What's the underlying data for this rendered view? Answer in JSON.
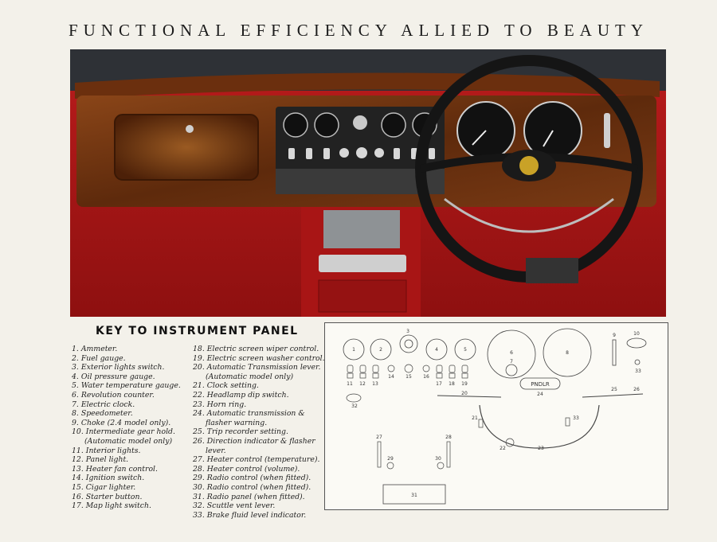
{
  "page": {
    "title": "FUNCTIONAL  EFFICIENCY  ALLIED  TO  BEAUTY"
  },
  "key": {
    "heading": "KEY TO INSTRUMENT PANEL",
    "column1": [
      {
        "num": "1.",
        "text": "Ammeter."
      },
      {
        "num": "2.",
        "text": "Fuel gauge."
      },
      {
        "num": "3.",
        "text": "Exterior lights switch."
      },
      {
        "num": "4.",
        "text": "Oil pressure gauge."
      },
      {
        "num": "5.",
        "text": "Water temperature gauge."
      },
      {
        "num": "6.",
        "text": "Revolution counter."
      },
      {
        "num": "7.",
        "text": "Electric clock."
      },
      {
        "num": "8.",
        "text": "Speedometer."
      },
      {
        "num": "9.",
        "text": "Choke (2.4 model only)."
      },
      {
        "num": "10.",
        "text": "Intermediate gear hold.",
        "cont": "(Automatic model only)"
      },
      {
        "num": "11.",
        "text": "Interior lights."
      },
      {
        "num": "12.",
        "text": "Panel light."
      },
      {
        "num": "13.",
        "text": "Heater fan control."
      },
      {
        "num": "14.",
        "text": "Ignition switch."
      },
      {
        "num": "15.",
        "text": "Cigar lighter."
      },
      {
        "num": "16.",
        "text": "Starter button."
      },
      {
        "num": "17.",
        "text": "Map light switch."
      }
    ],
    "column2": [
      {
        "num": "18.",
        "text": "Electric screen wiper control."
      },
      {
        "num": "19.",
        "text": "Electric screen washer control."
      },
      {
        "num": "20.",
        "text": "Automatic Transmission lever.",
        "cont": "(Automatic model only)"
      },
      {
        "num": "21.",
        "text": "Clock setting."
      },
      {
        "num": "22.",
        "text": "Headlamp dip switch."
      },
      {
        "num": "23.",
        "text": "Horn ring."
      },
      {
        "num": "24.",
        "text": "Automatic transmission &",
        "cont": "flasher warning."
      },
      {
        "num": "25.",
        "text": "Trip recorder setting."
      },
      {
        "num": "26.",
        "text": "Direction indicator & flasher",
        "cont": "lever."
      },
      {
        "num": "27.",
        "text": "Heater control (temperature)."
      },
      {
        "num": "28.",
        "text": "Heater control (volume)."
      },
      {
        "num": "29.",
        "text": "Radio control (when fitted)."
      },
      {
        "num": "30.",
        "text": "Radio control (when fitted)."
      },
      {
        "num": "31.",
        "text": "Radio panel (when fitted)."
      },
      {
        "num": "32.",
        "text": "Scuttle vent lever."
      },
      {
        "num": "33.",
        "text": "Brake fluid level indicator."
      }
    ]
  },
  "diagram": {
    "labels": {
      "n1": "1",
      "n2": "2",
      "n3": "3",
      "n4": "4",
      "n5": "5",
      "n6": "6",
      "n7": "7",
      "n8": "8",
      "n9": "9",
      "n10": "10",
      "n11": "11",
      "n12": "12",
      "n13": "13",
      "n14": "14",
      "n15": "15",
      "n16": "16",
      "n17": "17",
      "n18": "18",
      "n19": "19",
      "n20": "20",
      "n21": "21",
      "n22": "22",
      "n23": "23",
      "n24": "24",
      "n25": "25",
      "n26": "26",
      "n27": "27",
      "n28": "28",
      "n29": "29",
      "n30": "30",
      "n31": "31",
      "n32": "32",
      "n33a": "33",
      "n33b": "33"
    },
    "selector_text": "PNDLR"
  },
  "colors": {
    "interior_red": "#b01818",
    "walnut": "#7a3a14",
    "page_bg": "#f3f1ea"
  }
}
